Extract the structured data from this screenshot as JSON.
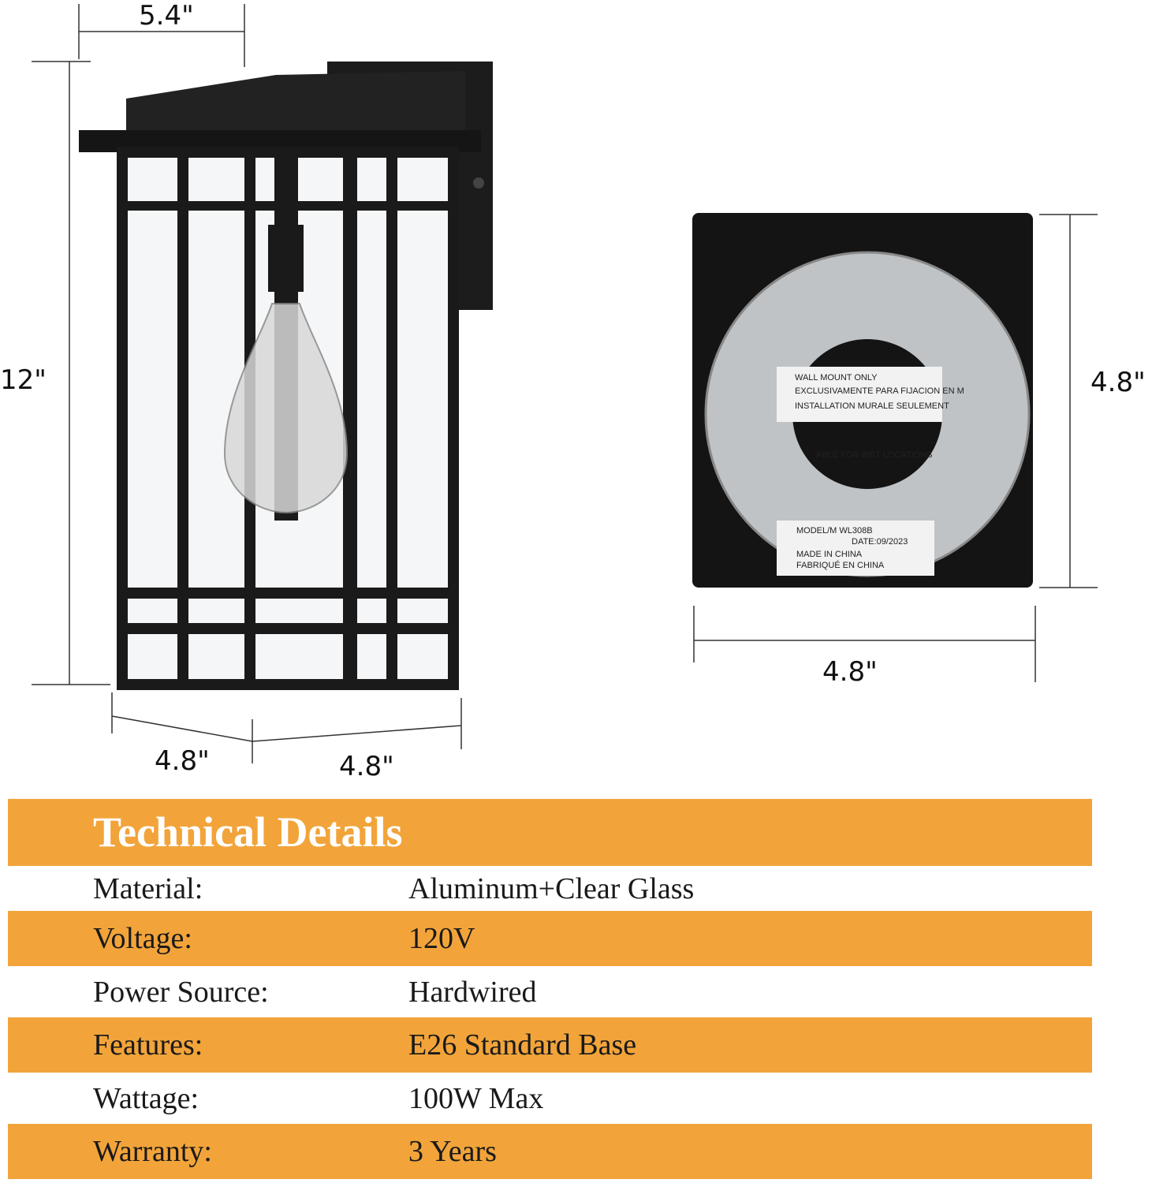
{
  "dimensions": {
    "lamp_width": "5.4\"",
    "lamp_height": "12\"",
    "lamp_depth_left": "4.8\"",
    "lamp_depth_right": "4.8\"",
    "base_height": "4.8\"",
    "base_width": "4.8\""
  },
  "base_label": {
    "line1": "WALL MOUNT ONLY",
    "line2": "EXCLUSIVAMENTE PARA FIJACION EN M",
    "line3": "INSTALLATION MURALE SEULEMENT",
    "line4": "ABLE FOR WET LOCATIONS",
    "line5": "MODEL/M  WL308B",
    "line6": "DATE:09/2023",
    "line7": "MADE IN CHINA",
    "line8": "FABRIQUÉ EN CHINA"
  },
  "technical_details": {
    "title": "Technical Details",
    "colors": {
      "band": "#F2A43A",
      "title_text": "#FFFFFF"
    },
    "rows": [
      {
        "label": "Material:",
        "value": "Aluminum+Clear Glass"
      },
      {
        "label": "Voltage:",
        "value": "120V"
      },
      {
        "label": "Power Source:",
        "value": "Hardwired"
      },
      {
        "label": "Features:",
        "value": "E26 Standard Base"
      },
      {
        "label": "Wattage:",
        "value": "100W Max"
      },
      {
        "label": "Warranty:",
        "value": "3 Years"
      }
    ]
  }
}
